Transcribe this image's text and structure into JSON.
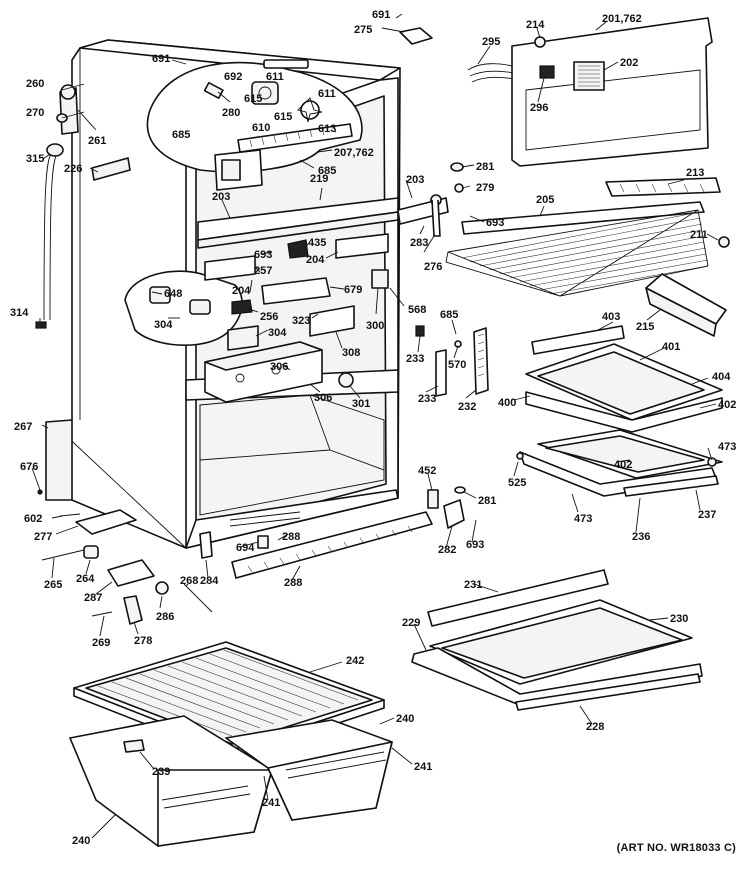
{
  "diagram": {
    "art_number": "(ART NO. WR18033 C)",
    "callouts": [
      {
        "id": "691-top",
        "text": "691"
      },
      {
        "id": "275",
        "text": "275"
      },
      {
        "id": "214",
        "text": "214"
      },
      {
        "id": "201-762",
        "text": "201,762"
      },
      {
        "id": "295",
        "text": "295"
      },
      {
        "id": "202",
        "text": "202"
      },
      {
        "id": "296",
        "text": "296"
      },
      {
        "id": "691-left",
        "text": "691"
      },
      {
        "id": "692",
        "text": "692"
      },
      {
        "id": "611-a",
        "text": "611"
      },
      {
        "id": "611-b",
        "text": "611"
      },
      {
        "id": "260",
        "text": "260"
      },
      {
        "id": "270",
        "text": "270"
      },
      {
        "id": "261",
        "text": "261"
      },
      {
        "id": "280",
        "text": "280"
      },
      {
        "id": "615-a",
        "text": "615"
      },
      {
        "id": "615-b",
        "text": "615"
      },
      {
        "id": "610",
        "text": "610"
      },
      {
        "id": "613",
        "text": "613"
      },
      {
        "id": "685-a",
        "text": "685"
      },
      {
        "id": "315",
        "text": "315"
      },
      {
        "id": "226",
        "text": "226"
      },
      {
        "id": "207-762",
        "text": "207,762"
      },
      {
        "id": "685-b",
        "text": "685"
      },
      {
        "id": "281-a",
        "text": "281"
      },
      {
        "id": "279",
        "text": "279"
      },
      {
        "id": "213",
        "text": "213"
      },
      {
        "id": "203-a",
        "text": "203"
      },
      {
        "id": "219",
        "text": "219"
      },
      {
        "id": "203-b",
        "text": "203"
      },
      {
        "id": "693-a",
        "text": "693"
      },
      {
        "id": "205",
        "text": "205"
      },
      {
        "id": "211",
        "text": "211"
      },
      {
        "id": "283",
        "text": "283"
      },
      {
        "id": "276",
        "text": "276"
      },
      {
        "id": "693-b",
        "text": "693"
      },
      {
        "id": "435",
        "text": "435"
      },
      {
        "id": "204-a",
        "text": "204"
      },
      {
        "id": "257",
        "text": "257"
      },
      {
        "id": "204-b",
        "text": "204"
      },
      {
        "id": "648",
        "text": "648"
      },
      {
        "id": "679",
        "text": "679"
      },
      {
        "id": "314",
        "text": "314"
      },
      {
        "id": "256",
        "text": "256"
      },
      {
        "id": "568",
        "text": "568"
      },
      {
        "id": "685-c",
        "text": "685"
      },
      {
        "id": "215",
        "text": "215"
      },
      {
        "id": "304-a",
        "text": "304"
      },
      {
        "id": "323",
        "text": "323"
      },
      {
        "id": "300",
        "text": "300"
      },
      {
        "id": "403",
        "text": "403"
      },
      {
        "id": "304-b",
        "text": "304"
      },
      {
        "id": "308",
        "text": "308"
      },
      {
        "id": "233-a",
        "text": "233"
      },
      {
        "id": "570",
        "text": "570"
      },
      {
        "id": "401",
        "text": "401"
      },
      {
        "id": "306-a",
        "text": "306"
      },
      {
        "id": "306-b",
        "text": "306"
      },
      {
        "id": "301",
        "text": "301"
      },
      {
        "id": "233-b",
        "text": "233"
      },
      {
        "id": "232",
        "text": "232"
      },
      {
        "id": "404",
        "text": "404"
      },
      {
        "id": "400",
        "text": "400"
      },
      {
        "id": "402-a",
        "text": "402"
      },
      {
        "id": "267",
        "text": "267"
      },
      {
        "id": "473-a",
        "text": "473"
      },
      {
        "id": "402-b",
        "text": "402"
      },
      {
        "id": "676",
        "text": "676"
      },
      {
        "id": "452",
        "text": "452"
      },
      {
        "id": "525",
        "text": "525"
      },
      {
        "id": "281-b",
        "text": "281"
      },
      {
        "id": "602",
        "text": "602"
      },
      {
        "id": "277",
        "text": "277"
      },
      {
        "id": "473-b",
        "text": "473"
      },
      {
        "id": "237",
        "text": "237"
      },
      {
        "id": "236",
        "text": "236"
      },
      {
        "id": "288-a",
        "text": "288"
      },
      {
        "id": "694",
        "text": "694"
      },
      {
        "id": "282",
        "text": "282"
      },
      {
        "id": "693-c",
        "text": "693"
      },
      {
        "id": "265",
        "text": "265"
      },
      {
        "id": "264",
        "text": "264"
      },
      {
        "id": "284",
        "text": "284"
      },
      {
        "id": "288-b",
        "text": "288"
      },
      {
        "id": "287",
        "text": "287"
      },
      {
        "id": "268",
        "text": "268"
      },
      {
        "id": "231",
        "text": "231"
      },
      {
        "id": "286",
        "text": "286"
      },
      {
        "id": "269",
        "text": "269"
      },
      {
        "id": "278",
        "text": "278"
      },
      {
        "id": "229",
        "text": "229"
      },
      {
        "id": "230",
        "text": "230"
      },
      {
        "id": "242",
        "text": "242"
      },
      {
        "id": "240-a",
        "text": "240"
      },
      {
        "id": "228",
        "text": "228"
      },
      {
        "id": "239",
        "text": "239"
      },
      {
        "id": "241-a",
        "text": "241"
      },
      {
        "id": "241-b",
        "text": "241"
      },
      {
        "id": "240-b",
        "text": "240"
      }
    ]
  }
}
